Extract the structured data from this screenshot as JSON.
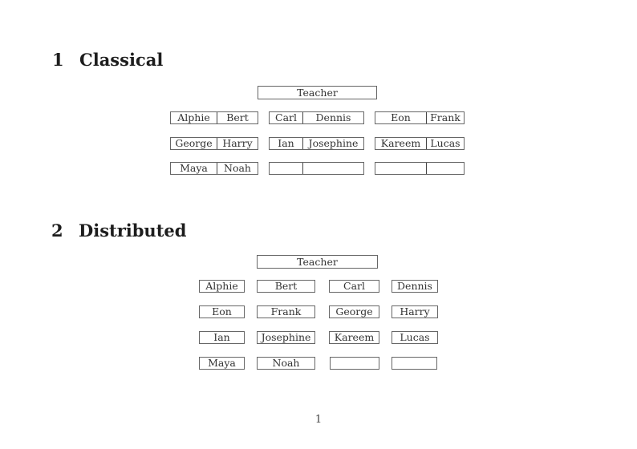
{
  "document": {
    "page_number": "1"
  },
  "classical": {
    "number": "1",
    "title": "Classical",
    "teacher_label": "Teacher",
    "desks": [
      {
        "seats": [
          "Alphie",
          "Bert"
        ]
      },
      {
        "seats": [
          "Carl",
          "Dennis"
        ]
      },
      {
        "seats": [
          "Eon",
          "Frank"
        ]
      },
      {
        "seats": [
          "George",
          "Harry"
        ]
      },
      {
        "seats": [
          "Ian",
          "Josephine"
        ]
      },
      {
        "seats": [
          "Kareem",
          "Lucas"
        ]
      },
      {
        "seats": [
          "Maya",
          "Noah"
        ]
      },
      {
        "seats": [
          "",
          ""
        ]
      },
      {
        "seats": [
          "",
          ""
        ]
      }
    ]
  },
  "distributed": {
    "number": "2",
    "title": "Distributed",
    "teacher_label": "Teacher",
    "desks": [
      {
        "seats": [
          "Alphie"
        ]
      },
      {
        "seats": [
          "Bert"
        ]
      },
      {
        "seats": [
          "Carl"
        ]
      },
      {
        "seats": [
          "Dennis"
        ]
      },
      {
        "seats": [
          "Eon"
        ]
      },
      {
        "seats": [
          "Frank"
        ]
      },
      {
        "seats": [
          "George"
        ]
      },
      {
        "seats": [
          "Harry"
        ]
      },
      {
        "seats": [
          "Ian"
        ]
      },
      {
        "seats": [
          "Josephine"
        ]
      },
      {
        "seats": [
          "Kareem"
        ]
      },
      {
        "seats": [
          "Lucas"
        ]
      },
      {
        "seats": [
          "Maya"
        ]
      },
      {
        "seats": [
          "Noah"
        ]
      },
      {
        "seats": [
          ""
        ]
      },
      {
        "seats": [
          ""
        ]
      }
    ]
  }
}
